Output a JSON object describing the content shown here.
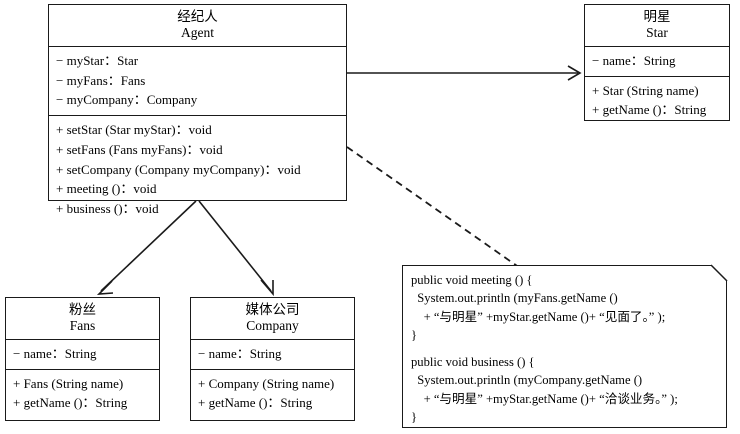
{
  "diagram": {
    "title": "Agent UML class diagram",
    "stroke_color": "#1a1a1a",
    "background_color": "#ffffff"
  },
  "classes": [
    {
      "id": "agent",
      "name_cn": "经纪人",
      "name_en": "Agent",
      "attributes": [
        "− myStar：Star",
        "− myFans：Fans",
        "− myCompany：Company"
      ],
      "methods": [
        "+ setStar (Star myStar)：void",
        "+ setFans (Fans myFans)：void",
        "+ setCompany (Company myCompany)：void",
        "+ meeting ()：void",
        "+ business ()：void"
      ]
    },
    {
      "id": "star",
      "name_cn": "明星",
      "name_en": "Star",
      "attributes": [
        "− name：String"
      ],
      "methods": [
        "+ Star (String name)",
        "+ getName ()：String"
      ]
    },
    {
      "id": "fans",
      "name_cn": "粉丝",
      "name_en": "Fans",
      "attributes": [
        "− name：String"
      ],
      "methods": [
        "+ Fans (String name)",
        "+ getName ()：String"
      ]
    },
    {
      "id": "company",
      "name_cn": "媒体公司",
      "name_en": "Company",
      "attributes": [
        "− name：String"
      ],
      "methods": [
        "+ Company (String name)",
        "+ getName ()：String"
      ]
    }
  ],
  "note": {
    "lines": [
      "public void meeting () {",
      "  System.out.println (myFans.getName ()",
      "    + “与明星” +myStar.getName ()+ “见面了。” );",
      "}",
      "",
      "public void business () {",
      "  System.out.println (myCompany.getName ()",
      "    + “与明星” +myStar.getName ()+ “洽谈业务。” );",
      "}"
    ]
  },
  "relations": [
    {
      "id": "agent-to-star",
      "from": "agent",
      "to": "star",
      "style": "solid",
      "arrow": "open"
    },
    {
      "id": "agent-to-fans",
      "from": "agent",
      "to": "fans",
      "style": "solid",
      "arrow": "open"
    },
    {
      "id": "agent-to-company",
      "from": "agent",
      "to": "company",
      "style": "solid",
      "arrow": "open"
    },
    {
      "id": "agent-to-note",
      "from": "agent",
      "to": "note",
      "style": "dashed",
      "arrow": "none"
    }
  ]
}
